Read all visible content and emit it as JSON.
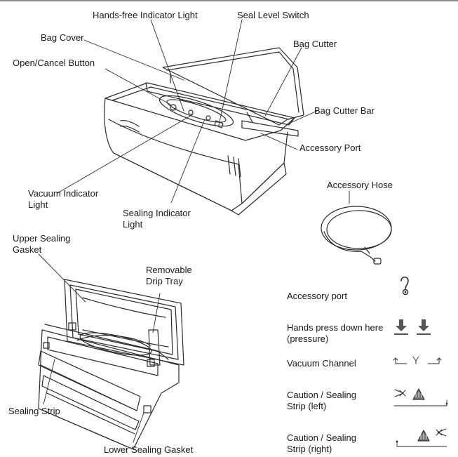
{
  "labels": {
    "hands_free_indicator_light": "Hands-free Indicator Light",
    "seal_level_switch": "Seal Level Switch",
    "bag_cover": "Bag Cover",
    "bag_cutter": "Bag Cutter",
    "open_cancel_button": "Open/Cancel Button",
    "bag_cutter_bar": "Bag Cutter Bar",
    "accessory_port": "Accessory Port",
    "accessory_hose": "Accessory Hose",
    "vacuum_indicator_light_1": "Vacuum Indicator",
    "vacuum_indicator_light_2": "Light",
    "sealing_indicator_light_1": "Sealing Indicator",
    "sealing_indicator_light_2": "Light",
    "upper_sealing_gasket_1": "Upper Sealing",
    "upper_sealing_gasket_2": "Gasket",
    "removable_drip_tray_1": "Removable",
    "removable_drip_tray_2": "Drip Tray",
    "sealing_strip": "Sealing Strip",
    "lower_sealing_gasket": "Lower Sealing Gasket"
  },
  "legend": {
    "accessory_port": "Accessory port",
    "hands_press_1": "Hands press down here",
    "hands_press_2": "(pressure)",
    "vacuum_channel": "Vacuum Channel",
    "caution_left_1": "Caution / Sealing",
    "caution_left_2": "Strip (left)",
    "caution_right_1": "Caution / Sealing",
    "caution_right_2": "Strip (right)"
  },
  "icons": [
    "accessory-port-icon",
    "press-down-arrow-icon",
    "vacuum-channel-icon",
    "caution-heat-icon"
  ],
  "colors": {
    "line": "#2a2a2a",
    "text": "#1a1a1a",
    "rule": "#8a8a8a"
  }
}
